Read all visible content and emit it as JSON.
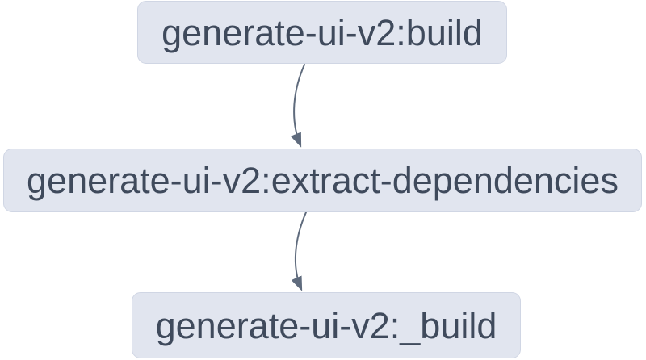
{
  "colors": {
    "background": "#ffffff",
    "node_fill": "#e1e5ef",
    "node_border": "#d0d6e4",
    "node_text": "#3f4a5c",
    "edge": "#5f6b7d"
  },
  "diagram": {
    "type": "task-dependency-graph",
    "nodes": [
      {
        "id": "generate-ui-v2:build",
        "label": "generate-ui-v2:build"
      },
      {
        "id": "generate-ui-v2:extract-dependencies",
        "label": "generate-ui-v2:extract-dependencies"
      },
      {
        "id": "generate-ui-v2:_build",
        "label": "generate-ui-v2:_build"
      }
    ],
    "edges": [
      {
        "from": "generate-ui-v2:build",
        "to": "generate-ui-v2:extract-dependencies"
      },
      {
        "from": "generate-ui-v2:extract-dependencies",
        "to": "generate-ui-v2:_build"
      }
    ]
  }
}
